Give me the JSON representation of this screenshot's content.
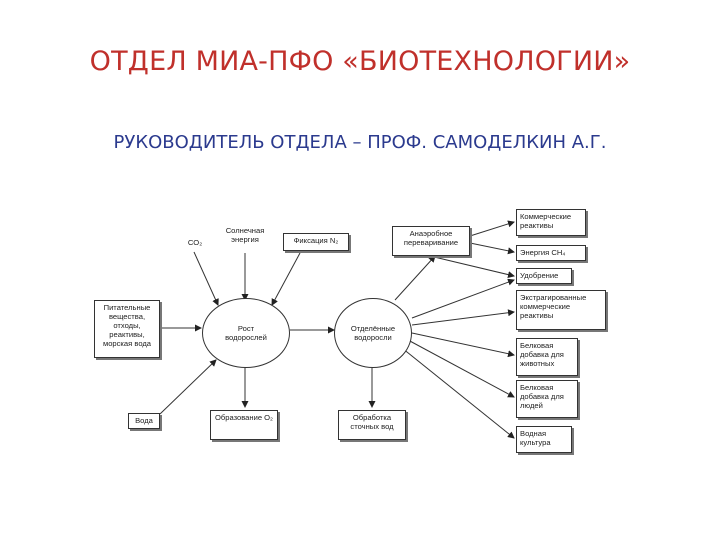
{
  "title": "ОТДЕЛ МИА-ПФО «БИОТЕХНОЛОГИИ»",
  "subtitle": "РУКОВОДИТЕЛЬ ОТДЕЛА – ПРОФ. САМОДЕЛКИН А.Г.",
  "diagram": {
    "co2": "CO₂",
    "solar": "Солнечная энергия",
    "n2_fixation": "Фиксация N₂",
    "nutrients": "Питательные вещества, отходы, реактивы, морская вода",
    "algae_growth": "Рост водорослей",
    "separated_algae": "Отделённые водоросли",
    "water": "Вода",
    "o2_formation": "Образование O₂",
    "wastewater": "Обработка сточных вод",
    "anaerobic": "Анаэробное переваривание",
    "commercial_reagents": "Коммерческие реактивы",
    "ch4_energy": "Энергия CH₄",
    "fertilizer": "Удобрение",
    "extracted_reagents": "Экстрагированные коммерческие реактивы",
    "protein_animals": "Белковая добавка для животных",
    "protein_people": "Белковая добавка для людей",
    "aquaculture": "Водная культура"
  }
}
